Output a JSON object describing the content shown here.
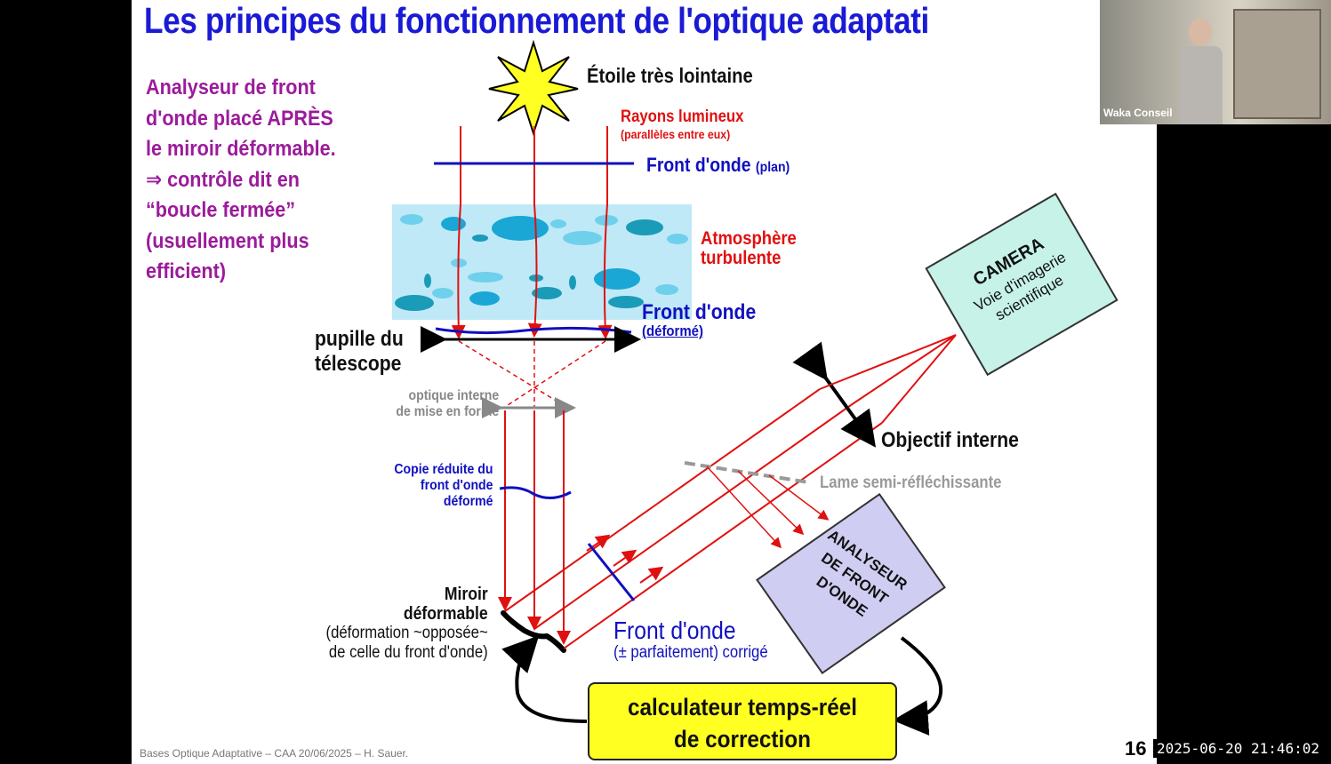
{
  "slide": {
    "title": "Les principes du fonctionnement de l'optique adaptati",
    "intro_lines": [
      "Analyseur de front",
      "d'onde  placé APRÈS",
      "le miroir déformable.",
      "⇒ contrôle dit en",
      "“boucle fermée”",
      "(usuellement plus",
      "efficient)"
    ],
    "footer": "Bases Optique Adaptative – CAA 20/06/2025 – H. Sauer.",
    "page_number": "16"
  },
  "labels": {
    "star": "Étoile très lointaine",
    "rays_main": "Rayons lumineux",
    "rays_sub": "(parallèles entre eux)",
    "wavefront_plan_main": "Front d'onde",
    "wavefront_plan_sub": "(plan)",
    "atmosphere_1": "Atmosphère",
    "atmosphere_2": "turbulente",
    "wavefront_deformed_main": "Front d'onde",
    "wavefront_deformed_sub": "(déformé)",
    "pupil_1": "pupille du",
    "pupil_2": "télescope",
    "optic_1": "optique interne",
    "optic_2": "de mise en forme",
    "copy_1": "Copie réduite du",
    "copy_2": "front d'onde",
    "copy_3": "déformé",
    "mirror_1": "Miroir",
    "mirror_2": "déformable",
    "mirror_3": "(déformation ~opposée~",
    "mirror_4": "de celle du front d'onde)",
    "corrected_main": "Front d'onde",
    "corrected_sub": "(± parfaitement) corrigé",
    "objective": "Objectif interne",
    "beamsplitter": "Lame semi-réfléchissante",
    "camera_title": "CAMERA",
    "camera_sub_1": "Voie d'imagerie",
    "camera_sub_2": "scientifique",
    "wfs_1": "ANALYSEUR",
    "wfs_2": "DE FRONT",
    "wfs_3": "D'ONDE",
    "calc_1": "calculateur temps-réel",
    "calc_2": "de correction"
  },
  "overlay": {
    "webcam_name": "Waka Conseil",
    "timestamp": "2025-06-20 21:46:02"
  },
  "colors": {
    "title": "#1a1ad6",
    "intro": "#9b1b9b",
    "rays": "#e01010",
    "wavefront": "#1010c0",
    "grey": "#888888",
    "camera_box": "#c6f2e8",
    "wfs_box": "#cfcdf1",
    "calc_box": "#ffff22",
    "atmosphere": "#bfe9f7"
  }
}
